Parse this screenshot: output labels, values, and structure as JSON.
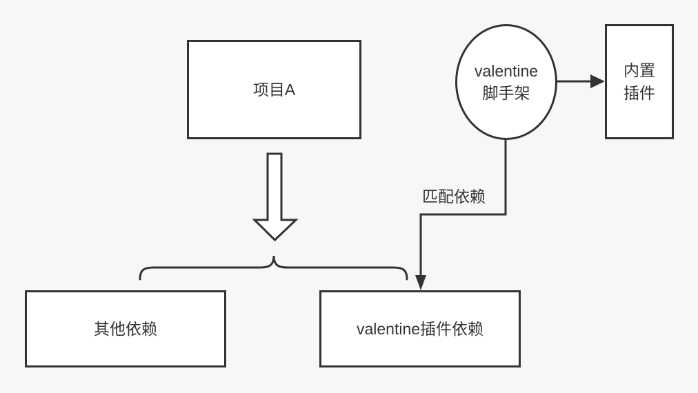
{
  "diagram": {
    "background_color": "#f7f7f7",
    "stroke_color": "#333333",
    "node_fill_color": "#ffffff",
    "nodes": {
      "project_a": {
        "shape": "rectangle",
        "label": "项目A"
      },
      "scaffold": {
        "shape": "ellipse",
        "label_line1": "valentine",
        "label_line2": "脚手架"
      },
      "builtin_plugins": {
        "shape": "rectangle",
        "label_line1": "内置",
        "label_line2": "插件"
      },
      "other_deps": {
        "shape": "rectangle",
        "label": "其他依赖"
      },
      "valentine_deps": {
        "shape": "rectangle",
        "label": "valentine插件依赖"
      }
    },
    "edges": {
      "scaffold_to_builtin": {
        "label": ""
      },
      "scaffold_to_valentine_deps": {
        "label": "匹配依赖"
      },
      "project_a_split": {
        "label": ""
      }
    }
  }
}
